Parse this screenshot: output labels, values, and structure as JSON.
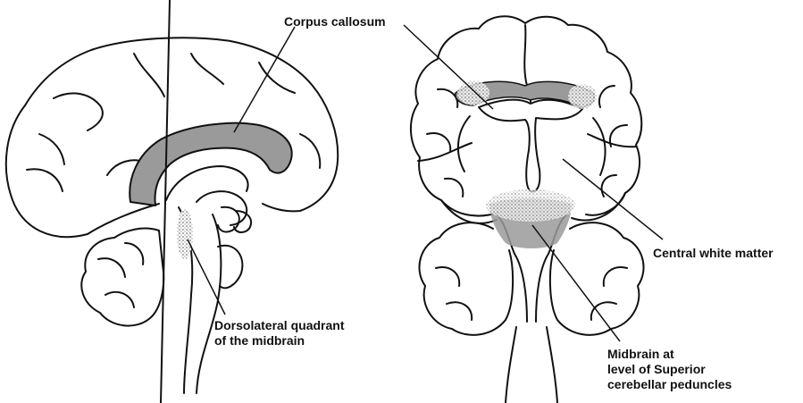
{
  "figure": {
    "labels": {
      "corpus_callosum": "Corpus callosum",
      "central_white_matter": "Central white matter",
      "dorsolateral_line1": "Dorsolateral quadrant",
      "dorsolateral_line2": "of the midbrain",
      "midbrain_line1": "Midbrain at",
      "midbrain_line2": "level of Superior",
      "midbrain_line3": "cerebellar peduncles"
    },
    "colors": {
      "ink": "#111111",
      "shade": "#9a9a9a",
      "background": "#ffffff"
    }
  }
}
